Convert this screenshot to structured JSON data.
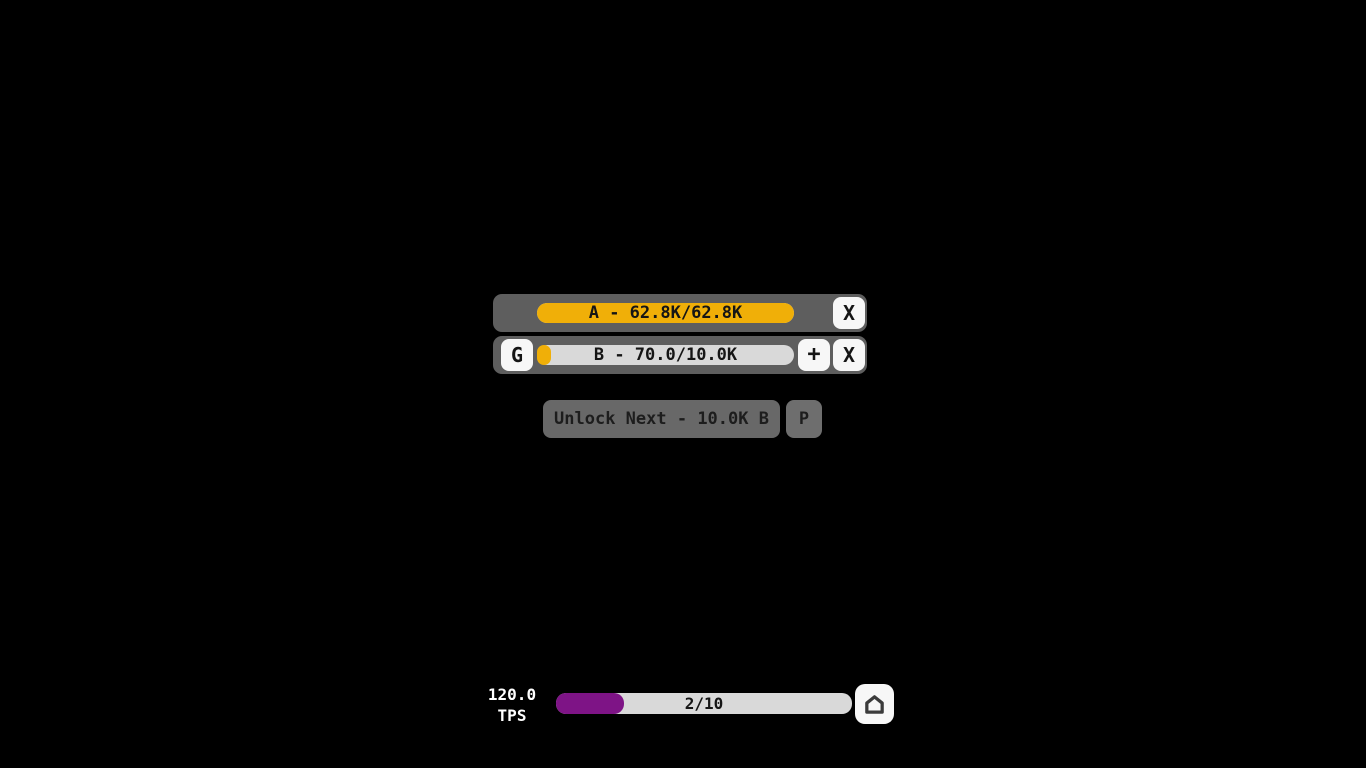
{
  "app": {
    "background": "#000000"
  },
  "colors": {
    "panel_gray": "#5e5e5e",
    "track_gray": "#d9d9d9",
    "button_white": "#f7f7f7",
    "accent_yellow": "#f0af08",
    "accent_purple": "#7e1486",
    "disabled_button_gray": "#686868",
    "text_dark": "#151515",
    "text_light": "#ffffff"
  },
  "resource_rows": [
    {
      "id": "A",
      "label": "A - 62.8K/62.8K",
      "fill_percent": 100,
      "close_label": "X"
    },
    {
      "id": "B",
      "label": "B - 70.0/10.0K",
      "fill_percent": 5.5,
      "generator_label": "G",
      "buy_label": "+",
      "close_label": "X"
    }
  ],
  "unlock": {
    "button_label": "Unlock Next - 10.0K B",
    "prestige_label": "P"
  },
  "footer": {
    "tps_value": "120.0",
    "tps_unit": "TPS",
    "progress_label": "2/10",
    "progress_percent": 23,
    "home_icon": "home-icon"
  }
}
